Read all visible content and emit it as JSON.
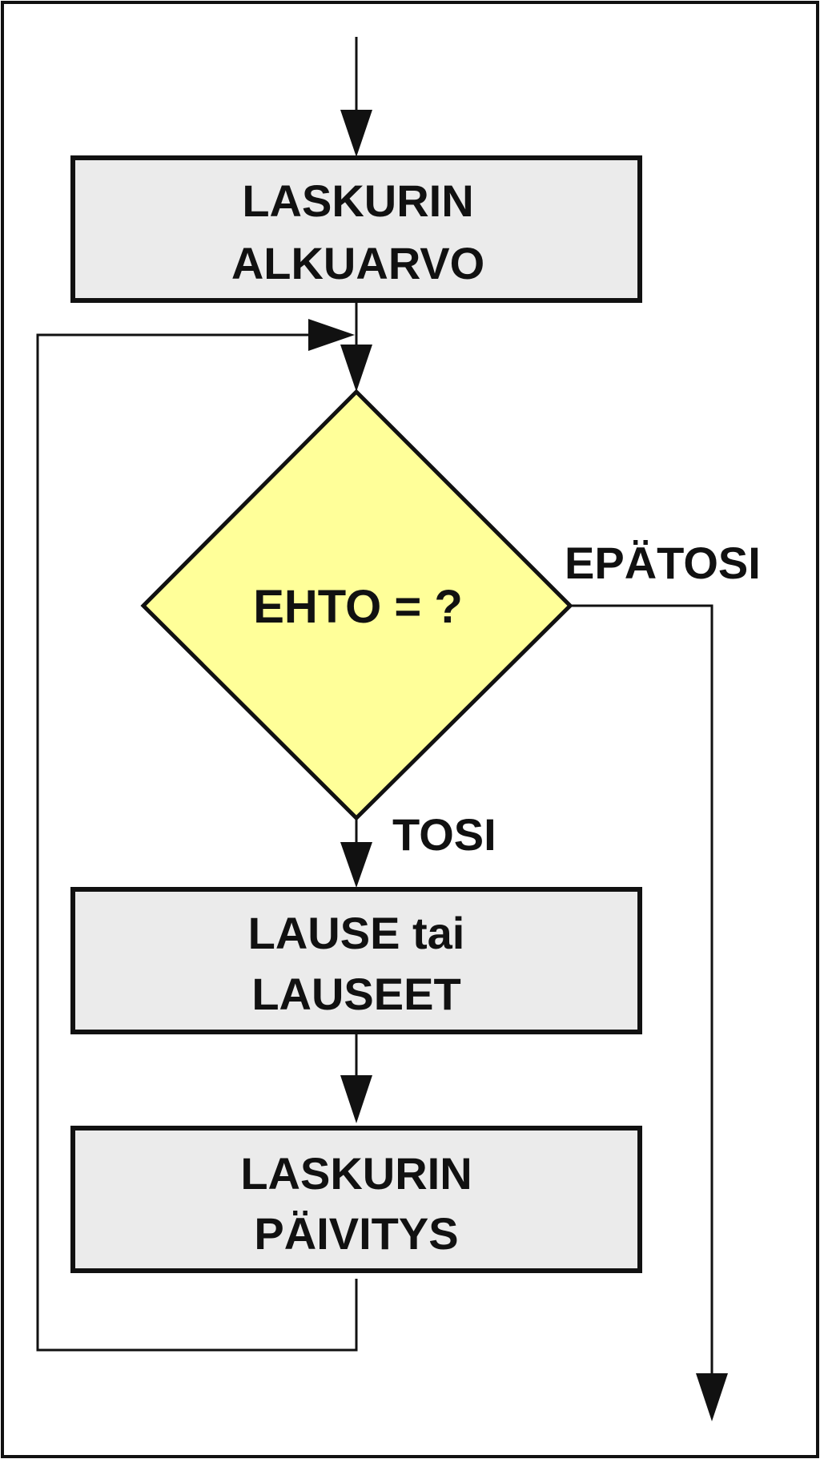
{
  "diagram": {
    "type": "flowchart",
    "nodes": {
      "init": {
        "lines": [
          "LASKURIN",
          "ALKUARVO"
        ]
      },
      "condition": {
        "label": "EHTO = ?"
      },
      "body": {
        "lines": [
          "LAUSE tai",
          "LAUSEET"
        ]
      },
      "update": {
        "lines": [
          "LASKURIN",
          "PÄIVITYS"
        ]
      }
    },
    "branches": {
      "false_label": "EPÄTOSI",
      "true_label": "TOSI"
    }
  },
  "colors": {
    "box_fill": "#ebebeb",
    "decision_fill": "#ffff99",
    "stroke": "#111111",
    "frame": "#111111",
    "background": "#ffffff"
  }
}
